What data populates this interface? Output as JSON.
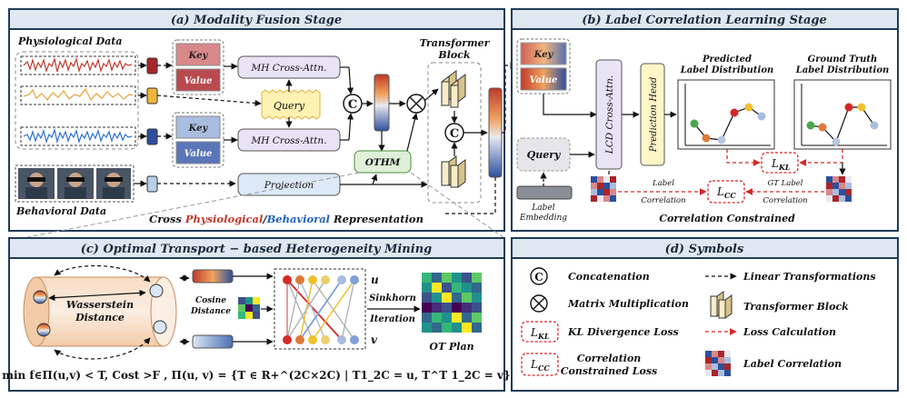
{
  "panels": {
    "a_title": "(a) Modality Fusion Stage",
    "b_title": "(b) Label Correlation Learning Stage",
    "c_title": "(c) Optimal Transport − based Heterogeneity Mining",
    "d_title": "(d) Symbols"
  },
  "a": {
    "physio_label": "Physiological Data",
    "behav_label": "Behavioral Data",
    "key": "Key",
    "value": "Value",
    "key2": "Key",
    "value2": "Value",
    "query": "Query",
    "mh1": "MH Cross-Attn.",
    "mh2": "MH Cross-Attn.",
    "projection": "Projection",
    "othm": "OTHM",
    "transformer_block_1": "Transformer",
    "transformer_block_2": "Block",
    "concat": "C",
    "concat2": "C",
    "caption_1": "Cross ",
    "caption_physio": "Physiological",
    "caption_slash": "/",
    "caption_behav": "Behavioral",
    "caption_2": " Representation"
  },
  "b": {
    "key": "Key",
    "value": "Value",
    "query": "Query",
    "label_embedding_1": "Label",
    "label_embedding_2": "Embedding",
    "lcd": "LCD Cross-Attn.",
    "pred_head": "Prediction Head",
    "pred_dist_1": "Predicted",
    "pred_dist_2": "Label Distribution",
    "gt_dist_1": "Ground Truth",
    "gt_dist_2": "Label Distribution",
    "lkl_main": "L",
    "lkl_sub": "KL",
    "lcc_main": "L",
    "lcc_sub": "CC",
    "label_corr_1": "Label",
    "label_corr_2": "Correlation",
    "gt_corr_1": "GT Label",
    "gt_corr_2": "Correlation",
    "corr_constrained": "Correlation Constrained"
  },
  "c": {
    "wasserstein_1": "Wasserstein",
    "wasserstein_2": "Distance",
    "cosine_1": "Cosine",
    "cosine_2": "Distance",
    "sinkhorn_1": "Sinkhorn",
    "sinkhorn_2": "Iteration",
    "u": "u",
    "v": "v",
    "ot_plan": "OT Plan",
    "formula": "min f∈Π(u,v) < T, Cost >F , Π(u, v) = {T ∈ R+^(2C×2C) | T1_2C = u, T^T 1_2C = v}"
  },
  "d": {
    "concat_sym": "C",
    "concat": "Concatenation",
    "matmul": "Matrix Multiplication",
    "kl_sym_main": "L",
    "kl_sym_sub": "KL",
    "kl": "KL Divergence Loss",
    "cc_sym_main": "L",
    "cc_sym_sub": "CC",
    "cc_1": "Correlation",
    "cc_2": "Constrained Loss",
    "linear": "Linear Transformations",
    "transformer": "Transformer Block",
    "loss_calc": "Loss Calculation",
    "label_corr": "Label Correlation"
  },
  "colors": {
    "panel_border": "#1f3b57",
    "title_bg": "#dfe7f0",
    "key_red": "#d9888a",
    "value_red": "#b94a4e",
    "key_blue": "#a9bde0",
    "value_blue": "#5a76b8",
    "mh_fill": "#e9e3f6",
    "projection_fill": "#dce9f7",
    "othm_fill": "#dff0d8",
    "query_fill": "#fff2b3",
    "pred_head_fill": "#fff6c8",
    "loss_red": "#d62828",
    "physio_red": "#c0392b",
    "behav_blue": "#1f5fbf"
  }
}
